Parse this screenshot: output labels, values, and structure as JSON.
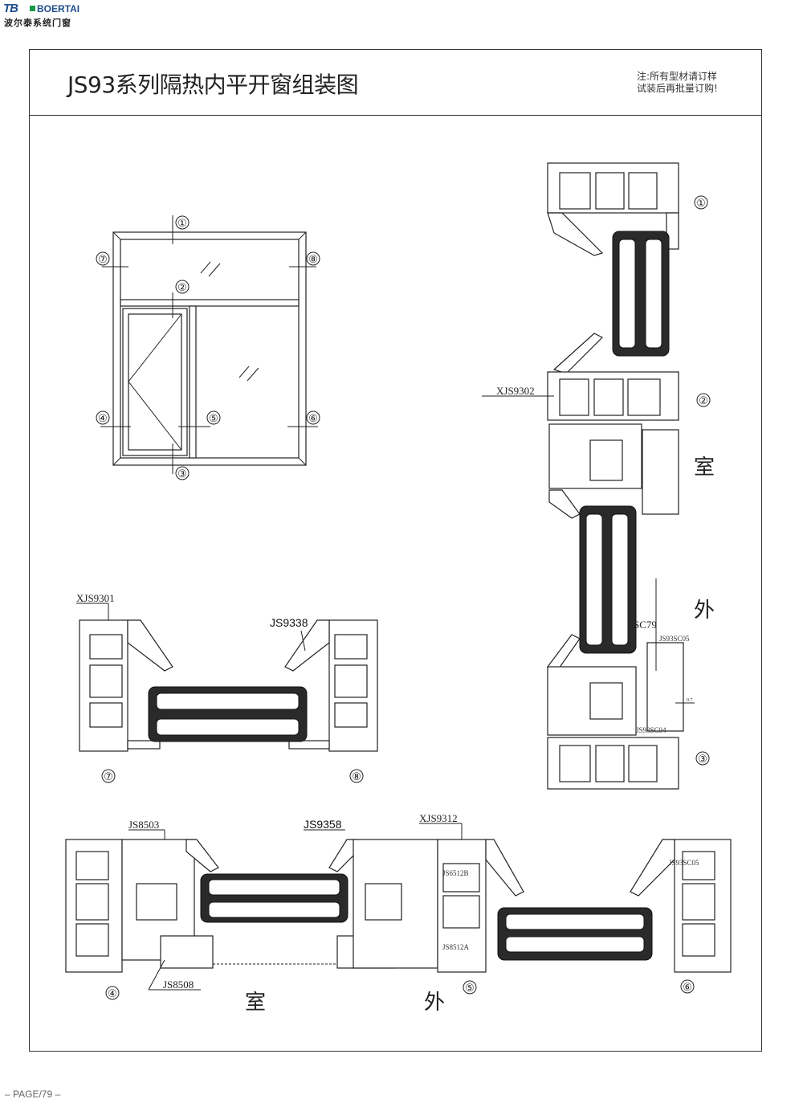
{
  "logo": {
    "mark": "TB",
    "english": "BOERTAI",
    "chinese": "波尔泰系统门窗"
  },
  "header": {
    "title": "JS93系列隔热内平开窗组装图",
    "note_line1": "注:所有型材请订样",
    "note_line2": "试装后再批量订购!"
  },
  "elevation": {
    "markers": [
      "①",
      "②",
      "③",
      "④",
      "⑤",
      "⑥",
      "⑦",
      "⑧"
    ]
  },
  "vertical_section": {
    "markers": {
      "top": "①",
      "middle": "②",
      "bottom": "③"
    },
    "labels": {
      "profile_a": "XJS9302",
      "profile_b": "SC79",
      "profile_c": "JS93SC05",
      "profile_d": "JS93SC04",
      "dim": "0.7"
    },
    "indoor": "室",
    "outdoor": "外"
  },
  "section_7_8": {
    "labels": {
      "left": "XJS9301",
      "right": "JS9338"
    },
    "markers": {
      "left": "⑦",
      "right": "⑧"
    }
  },
  "section_4_5_6": {
    "labels": {
      "a": "JS8503",
      "b": "JS9358",
      "c": "XJS9312",
      "d": "JS6512B",
      "e": "JS8512A",
      "f": "JS93SC05",
      "g": "JS8508"
    },
    "markers": {
      "left": "④",
      "middle": "⑤",
      "right": "⑥"
    },
    "indoor": "室",
    "outdoor": "外"
  },
  "footer": {
    "page": "– PAGE/79 –"
  }
}
